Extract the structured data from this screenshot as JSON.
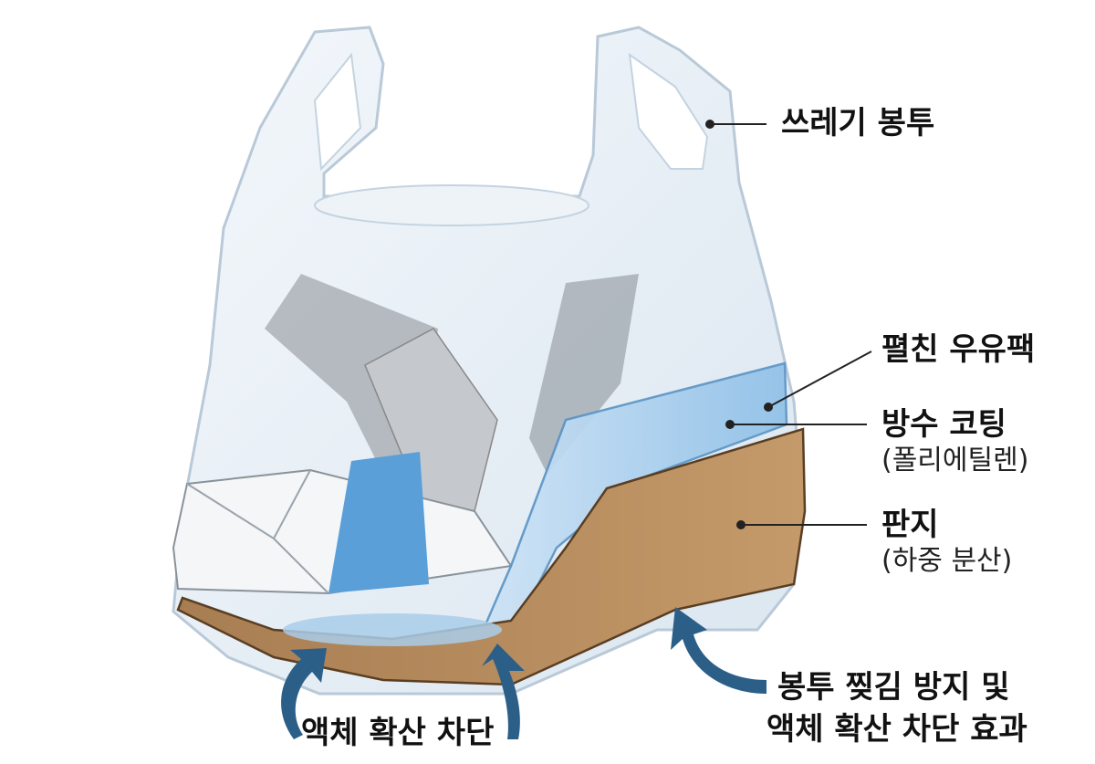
{
  "labels": {
    "trash_bag": "쓰레기 봉투",
    "milk_carton": "펼친 우유팩",
    "waterproof_coating": "방수 코팅",
    "waterproof_coating_note": "(폴리에틸렌)",
    "paperboard": "판지",
    "paperboard_note": "(하중 분산)",
    "effect_line1": "봉투 찢김 방지 및",
    "effect_line2": "액체 확산 차단 효과",
    "liquid_block": "액체 확산 차단"
  },
  "colors": {
    "bag": "#e6eef6",
    "bag_outline": "#b9c9d8",
    "coating": "#8fc0e8",
    "paperboard": "#b88d5f",
    "carton_blue": "#5b9fd9",
    "arrow": "#2c5f87",
    "leader_line": "#222222"
  }
}
